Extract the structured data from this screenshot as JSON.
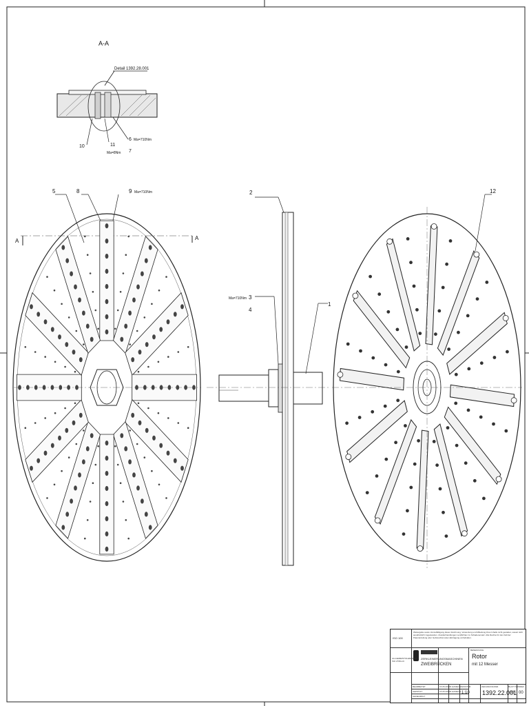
{
  "section": {
    "title": "A-A",
    "detail_label": "Detail 1392.28.001",
    "torque_small": "Ma=8Nm",
    "torque_large": "Ma=710Nm",
    "callouts": [
      "10",
      "11",
      "6",
      "7"
    ]
  },
  "front_view": {
    "callouts": [
      "5",
      "8",
      "9"
    ],
    "torque": "Ma=710Nm",
    "section_marks": [
      "A",
      "A"
    ]
  },
  "side_view": {
    "callouts": [
      "2",
      "3",
      "4",
      "1"
    ],
    "torque": "Ma=710Nm"
  },
  "rear_view": {
    "callouts": [
      "12"
    ]
  },
  "title_block": {
    "notice": "Weitergabe sowie Vervielfältigung dieser Zeichnung, Verwertung und Mitteilung ihres Inhalts nicht gestattet, soweit nicht ausdrücklich zugestanden. Zuwiderhandlungen verpflichten zu Schadenersatz. Alle Rechte für den Fall der Patenterteilung oder Gebrauchsmuster-Eintragung vorbehalten.",
    "standard_mark": "ISO 100",
    "company_line1": "ZERKLEINERUNGSMASCHINEN",
    "company_line2": "ZWEIBRÜCKEN",
    "quality_text": "ALLGEMEINTOLERANZEN ISO 2768-mK",
    "benennung_label": "BENENNUNG",
    "title": "Rotor",
    "subtitle": "mit 12 Messer",
    "zeichnungsnr_label": "ZEICHNUNGSNR.",
    "drawing_number": "1392.22.001",
    "massstab_label": "MASSTAB",
    "scale": "1:10",
    "blatt_label": "BLATT NR.",
    "sheet": "01",
    "index_label": "INDEX",
    "index": "00",
    "rows": [
      {
        "label": "BEARBEITET",
        "date": "15.05.2012",
        "name": "R.HAMELIN"
      },
      {
        "label": "GEPRÜFT",
        "date": "15.05.2012",
        "name": "R.HAMELIN"
      },
      {
        "label": "GENEHMIGT",
        "date": "",
        "name": ""
      }
    ]
  }
}
